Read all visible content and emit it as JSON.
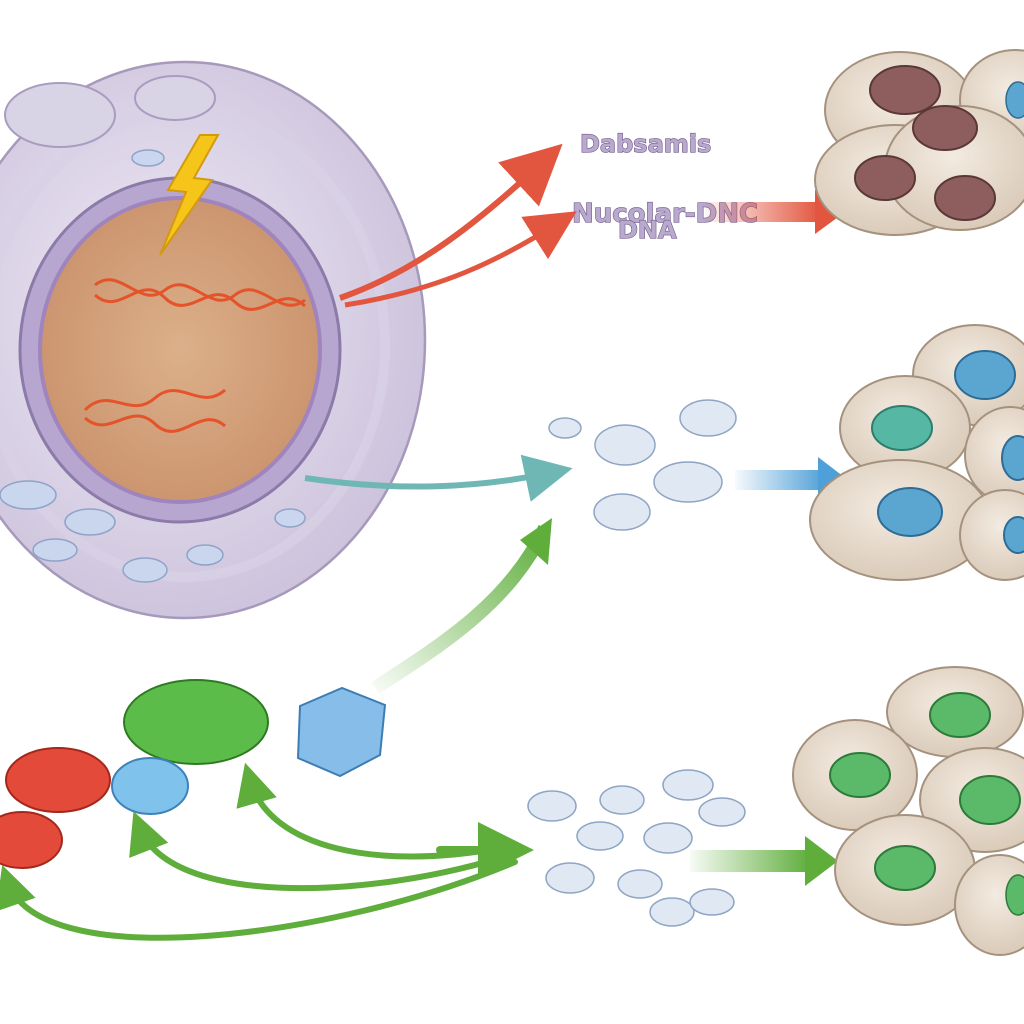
{
  "labels": {
    "line1": "Dabsamis",
    "line2": "Nucolar-DNC",
    "line3": "DNA"
  },
  "colors": {
    "damage_arrow": "#e2563f",
    "signal_arrow_teal": "#6fb7b5",
    "signal_arrow_blue": "#4f9fd8",
    "green_arrow": "#5fae3c",
    "lightning": "#f6c519",
    "dna": "#e5532a",
    "nucleus_fill": "#d59f78",
    "membrane": "#cfc6dd",
    "nucleus_red": "#8e5e5e",
    "nucleus_blue": "#5aa6d1",
    "nucleus_teal": "#56b8a4",
    "nucleus_green": "#5bb96a"
  },
  "icons": [
    "lightning-icon",
    "dna-helix-icon",
    "cell-cluster-icon"
  ]
}
